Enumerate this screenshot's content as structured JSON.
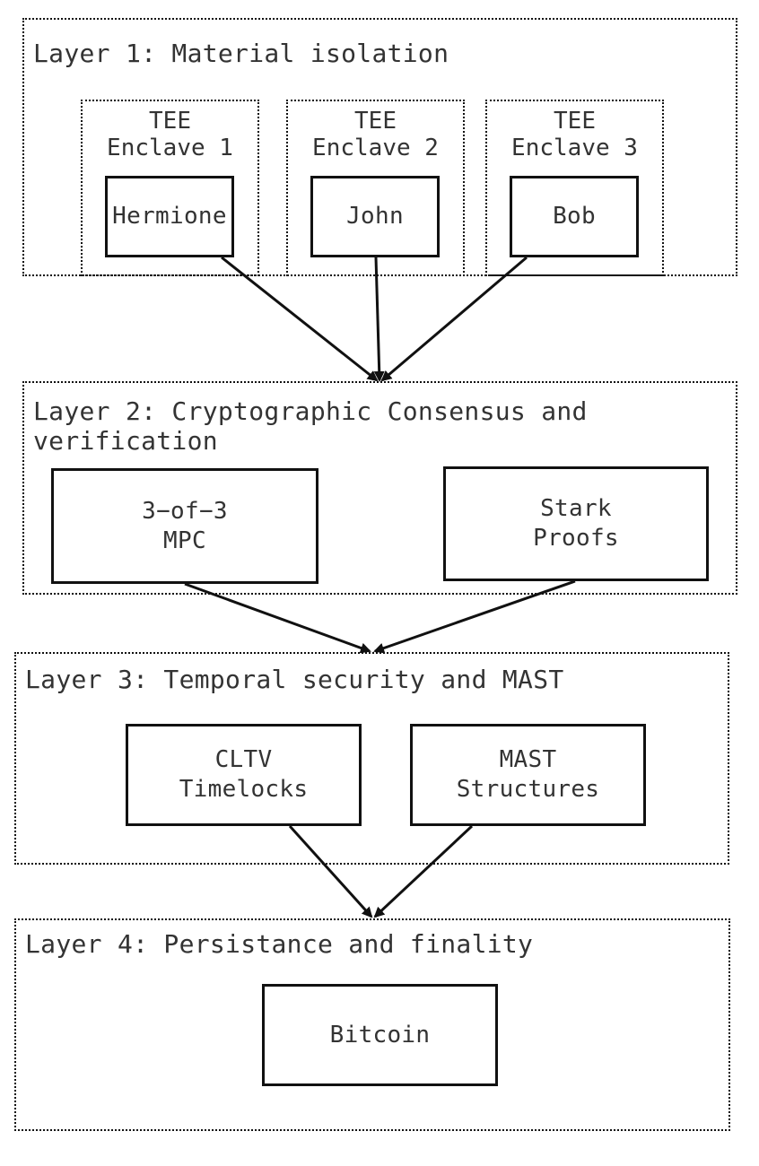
{
  "layers": [
    {
      "title": "Layer 1: Material isolation"
    },
    {
      "title": "Layer 2: Cryptographic Consensus and\nverification"
    },
    {
      "title": "Layer 3: Temporal security and MAST"
    },
    {
      "title": "Layer 4: Persistance and finality"
    }
  ],
  "enclaves": [
    {
      "title": "TEE\nEnclave 1",
      "member": "Hermione"
    },
    {
      "title": "TEE\nEnclave 2",
      "member": "John"
    },
    {
      "title": "TEE\nEnclave 3",
      "member": "Bob"
    }
  ],
  "layer2_nodes": [
    {
      "label": "3−of−3\nMPC"
    },
    {
      "label": "Stark\nProofs"
    }
  ],
  "layer3_nodes": [
    {
      "label": "CLTV\nTimelocks"
    },
    {
      "label": "MAST\nStructures"
    }
  ],
  "layer4_nodes": [
    {
      "label": "Bitcoin"
    }
  ],
  "colors": {
    "stroke": "#111111",
    "text": "#333333",
    "background": "#ffffff"
  }
}
